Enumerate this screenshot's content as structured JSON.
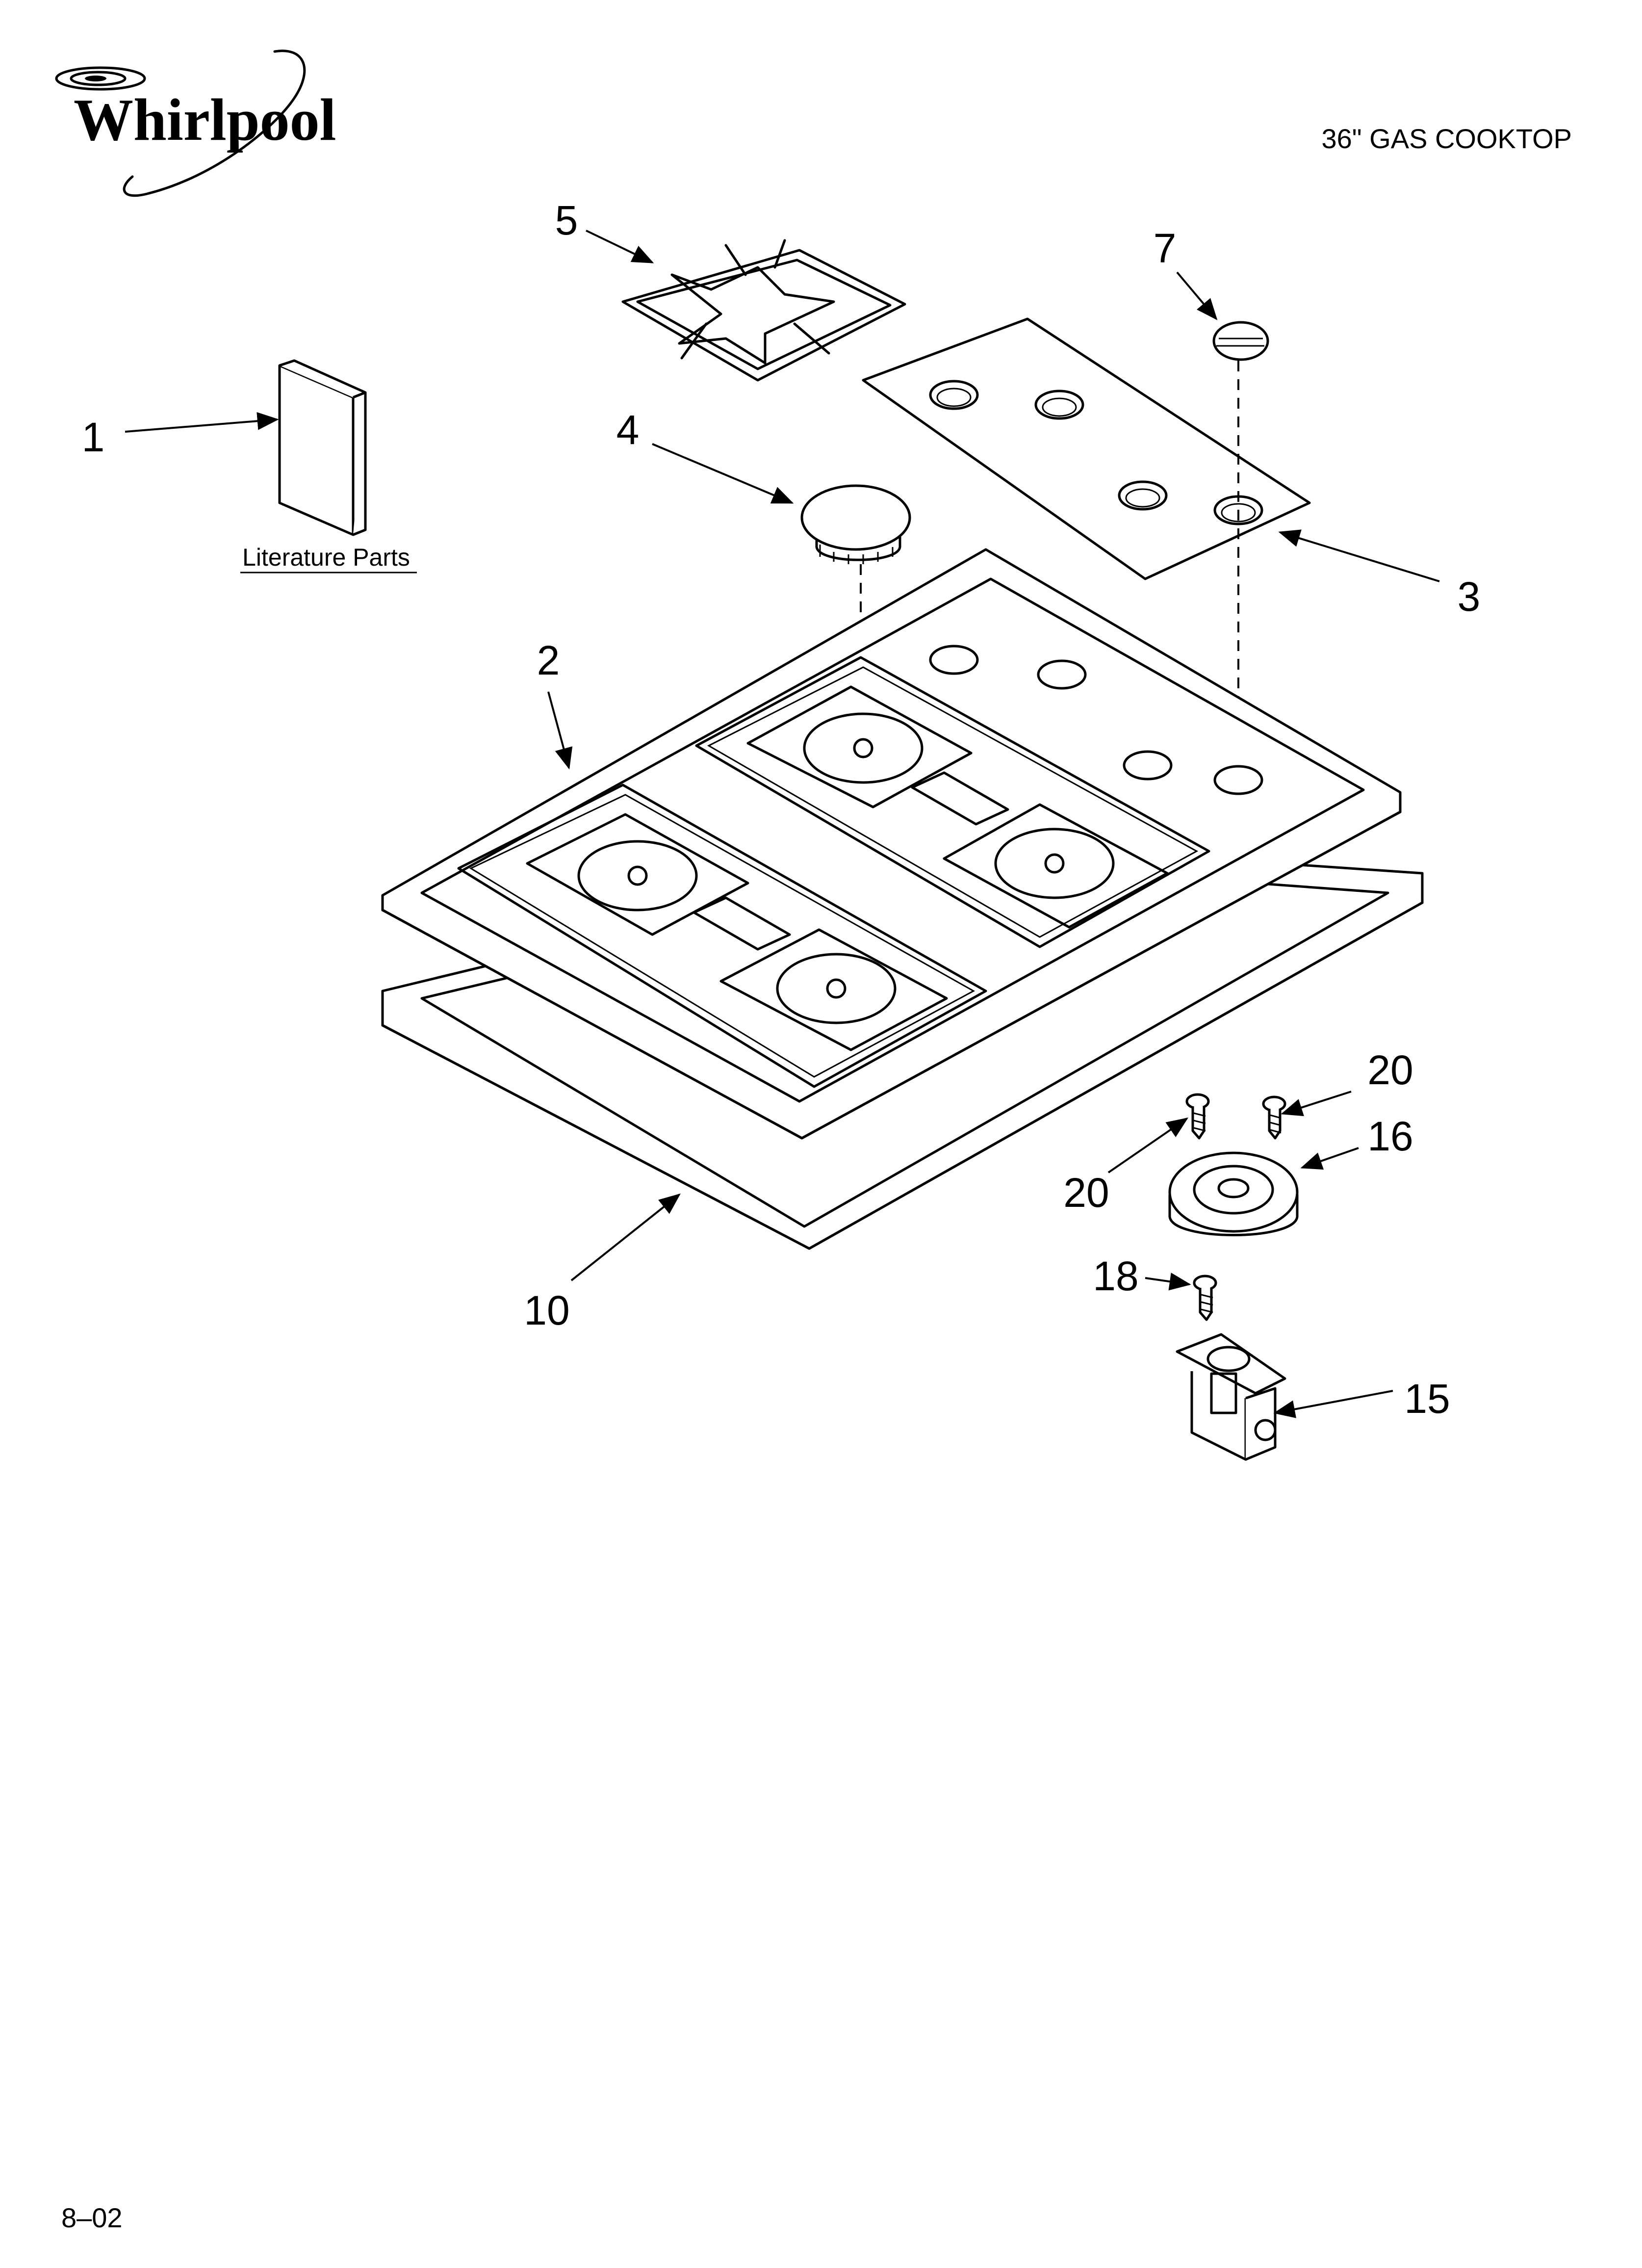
{
  "brand": {
    "logo_text": "Whirlpool"
  },
  "header": {
    "title": "36\" GAS COOKTOP"
  },
  "footer": {
    "code": "8–02"
  },
  "literature": {
    "label": "Literature Parts"
  },
  "callouts": {
    "c1": "1",
    "c2": "2",
    "c3": "3",
    "c4": "4",
    "c5": "5",
    "c7": "7",
    "c10": "10",
    "c15": "15",
    "c16": "16",
    "c18": "18",
    "c20a": "20",
    "c20b": "20"
  },
  "icons": [
    "whirlpool-logo-icon",
    "arrow-icon"
  ]
}
